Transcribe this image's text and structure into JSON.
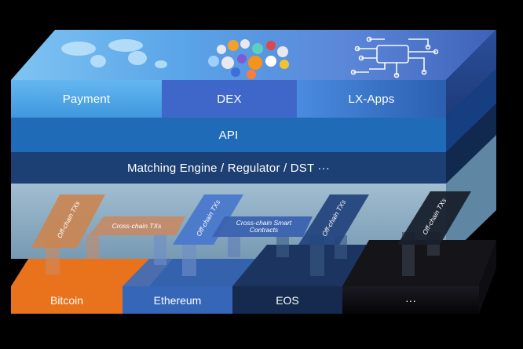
{
  "apps": {
    "payment": "Payment",
    "dex": "DEX",
    "lxapps": "LX-Apps"
  },
  "layers": {
    "api": "API",
    "engine": "Matching Engine / Regulator / DST ···"
  },
  "bridges": {
    "offchain_1": "Off-chain TXs",
    "crosschain_txs": "Cross-chain TXs",
    "offchain_2": "Off-chain TXs",
    "crosschain_contracts": "Cross-chain Smart Contracts",
    "offchain_3": "Off-chain TXs",
    "offchain_4": "Off-chain TXs"
  },
  "chains": {
    "bitcoin": "Bitcoin",
    "ethereum": "Ethereum",
    "eos": "EOS",
    "more": "···"
  },
  "colors": {
    "payment": "#4aa7e8",
    "dex": "#3f67c9",
    "lxapps": "#3b7fd6",
    "api": "#1f6bb8",
    "engine": "#1c3f74",
    "bitcoin": "#e8731c",
    "ethereum": "#3566b8",
    "eos": "#152a4e",
    "more": "#0b0b0e"
  }
}
